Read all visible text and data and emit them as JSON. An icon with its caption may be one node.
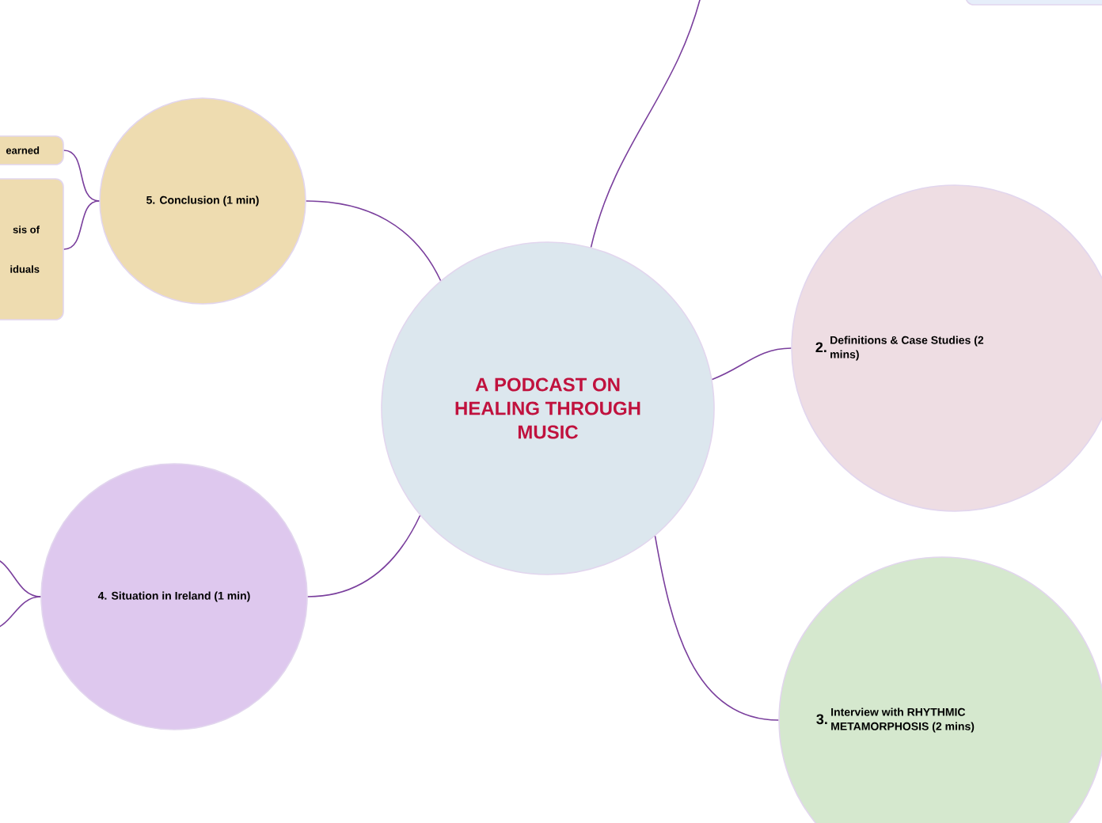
{
  "diagram": {
    "nodes": [
      {
        "text": [
          "A PODCAST ON HEALING THROUGH MUSIC"
        ]
      },
      {
        "text": [
          "5. Conclusion (1 min)"
        ]
      },
      {
        "text": [
          "2.",
          "Definitions & Case Studies (2 mins)"
        ]
      },
      {
        "text": [
          "3.",
          "Interview with RHYTHMIC METAMORPHOSIS (2 mins)"
        ]
      },
      {
        "text": [
          "4. Situation in Ireland (1 min)"
        ]
      },
      {
        "text": [
          "earned"
        ]
      },
      {
        "text": [
          "sis of iduals"
        ]
      },
      {
        "text": [],
        "shape": "box"
      }
    ],
    "edges": [
      {
        "from": 0,
        "to": 1,
        "arrow": "none"
      },
      {
        "from": 0,
        "to": 2,
        "arrow": "none"
      },
      {
        "from": 0,
        "to": 3,
        "arrow": "none"
      },
      {
        "from": 0,
        "to": 4,
        "arrow": "none"
      },
      {
        "from": 0,
        "to": null,
        "arrow": "none"
      },
      {
        "from": 1,
        "to": 5,
        "arrow": "none"
      },
      {
        "from": 1,
        "to": 6,
        "arrow": "none"
      },
      {
        "from": 4,
        "to": null,
        "arrow": "none"
      },
      {
        "from": 4,
        "to": null,
        "arrow": "none"
      }
    ]
  }
}
